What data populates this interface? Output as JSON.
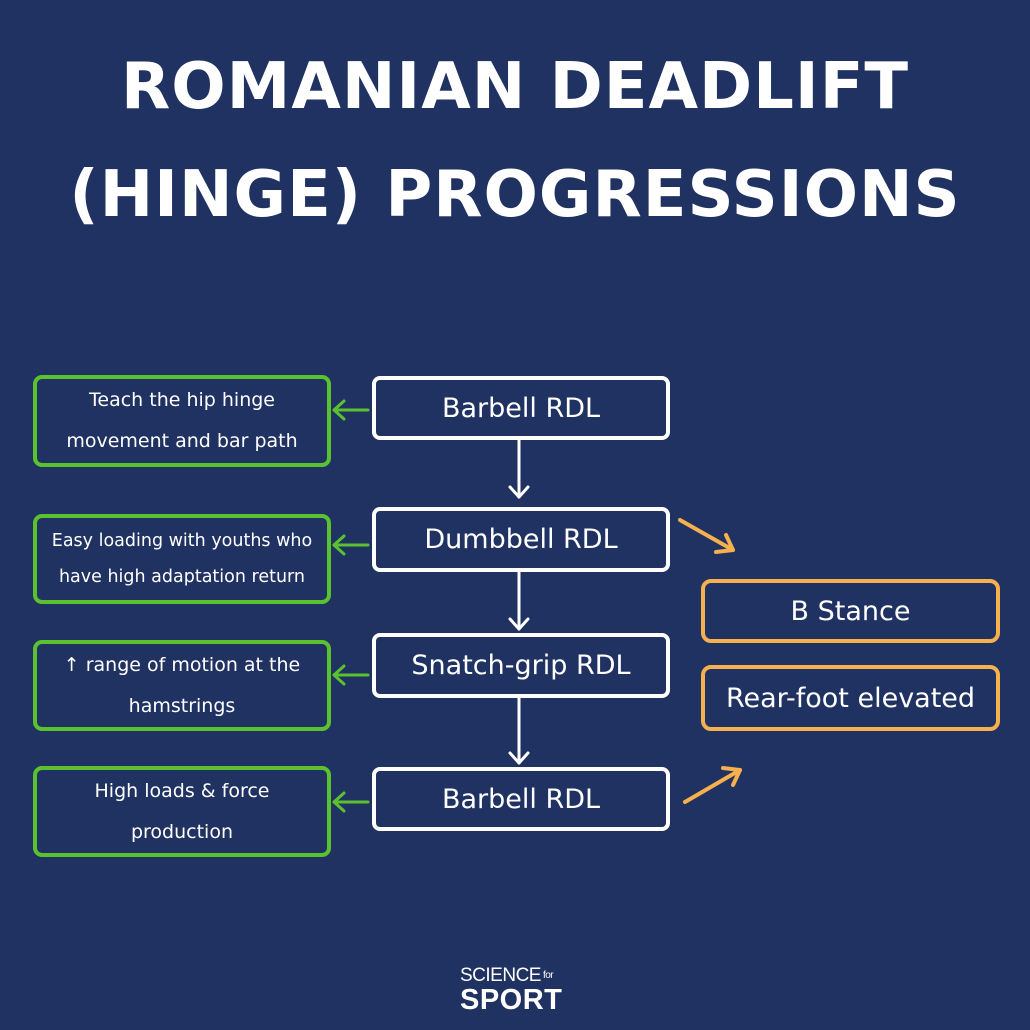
{
  "title": {
    "line1": "ROMANIAN DEADLIFT",
    "line2": "(HINGE) PROGRESSIONS"
  },
  "steps": [
    {
      "label": "Barbell RDL"
    },
    {
      "label": "Dumbbell RDL"
    },
    {
      "label": "Snatch-grip RDL"
    },
    {
      "label": "Barbell RDL"
    }
  ],
  "notes": [
    {
      "line1": "Teach the hip hinge",
      "line2": "movement and bar path"
    },
    {
      "line1": "Easy loading with youths who",
      "line2": "have high adaptation return"
    },
    {
      "line1": "↑ range of motion at the",
      "line2": "hamstrings"
    },
    {
      "line1": "High loads & force",
      "line2": "production"
    }
  ],
  "variations": [
    {
      "label": "B Stance"
    },
    {
      "label": "Rear-foot elevated"
    }
  ],
  "logo": {
    "top": "SCIENCE",
    "for": "for",
    "bottom": "SPORT"
  },
  "colors": {
    "background": "#203262",
    "step_border": "#ffffff",
    "note_border": "#5cc12f",
    "variation_border": "#f6b04d"
  }
}
